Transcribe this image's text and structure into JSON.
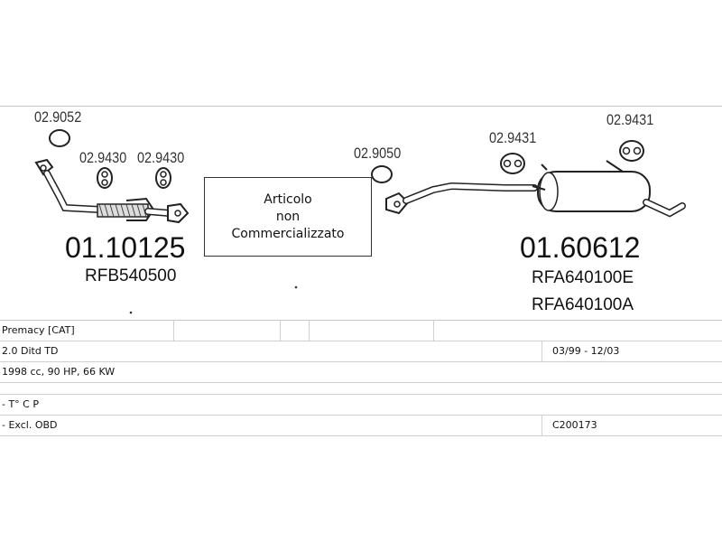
{
  "parts": {
    "gasket_top_left": "02.9052",
    "hanger_a": "02.9430",
    "hanger_b": "02.9430",
    "gasket_mid": "02.9050",
    "hanger_c": "02.9431",
    "hanger_d": "02.9431"
  },
  "front_pipe": {
    "number": "01.10125",
    "ref": "RFB540500"
  },
  "rear_silencer": {
    "number": "01.60612",
    "ref_1": "RFA640100E",
    "ref_2": "RFA640100A"
  },
  "notice": {
    "line1": "Articolo",
    "line2": "non",
    "line3": "Commercializzato"
  },
  "vehicle_table": {
    "model": "Premacy  [CAT]",
    "engine": "2.0 Ditd TD",
    "years": "03/99 - 12/03",
    "specs": "1998 cc, 90 HP, 66 KW",
    "option1": "- T° C P",
    "option2": "- Excl. OBD",
    "code": "C200173"
  }
}
